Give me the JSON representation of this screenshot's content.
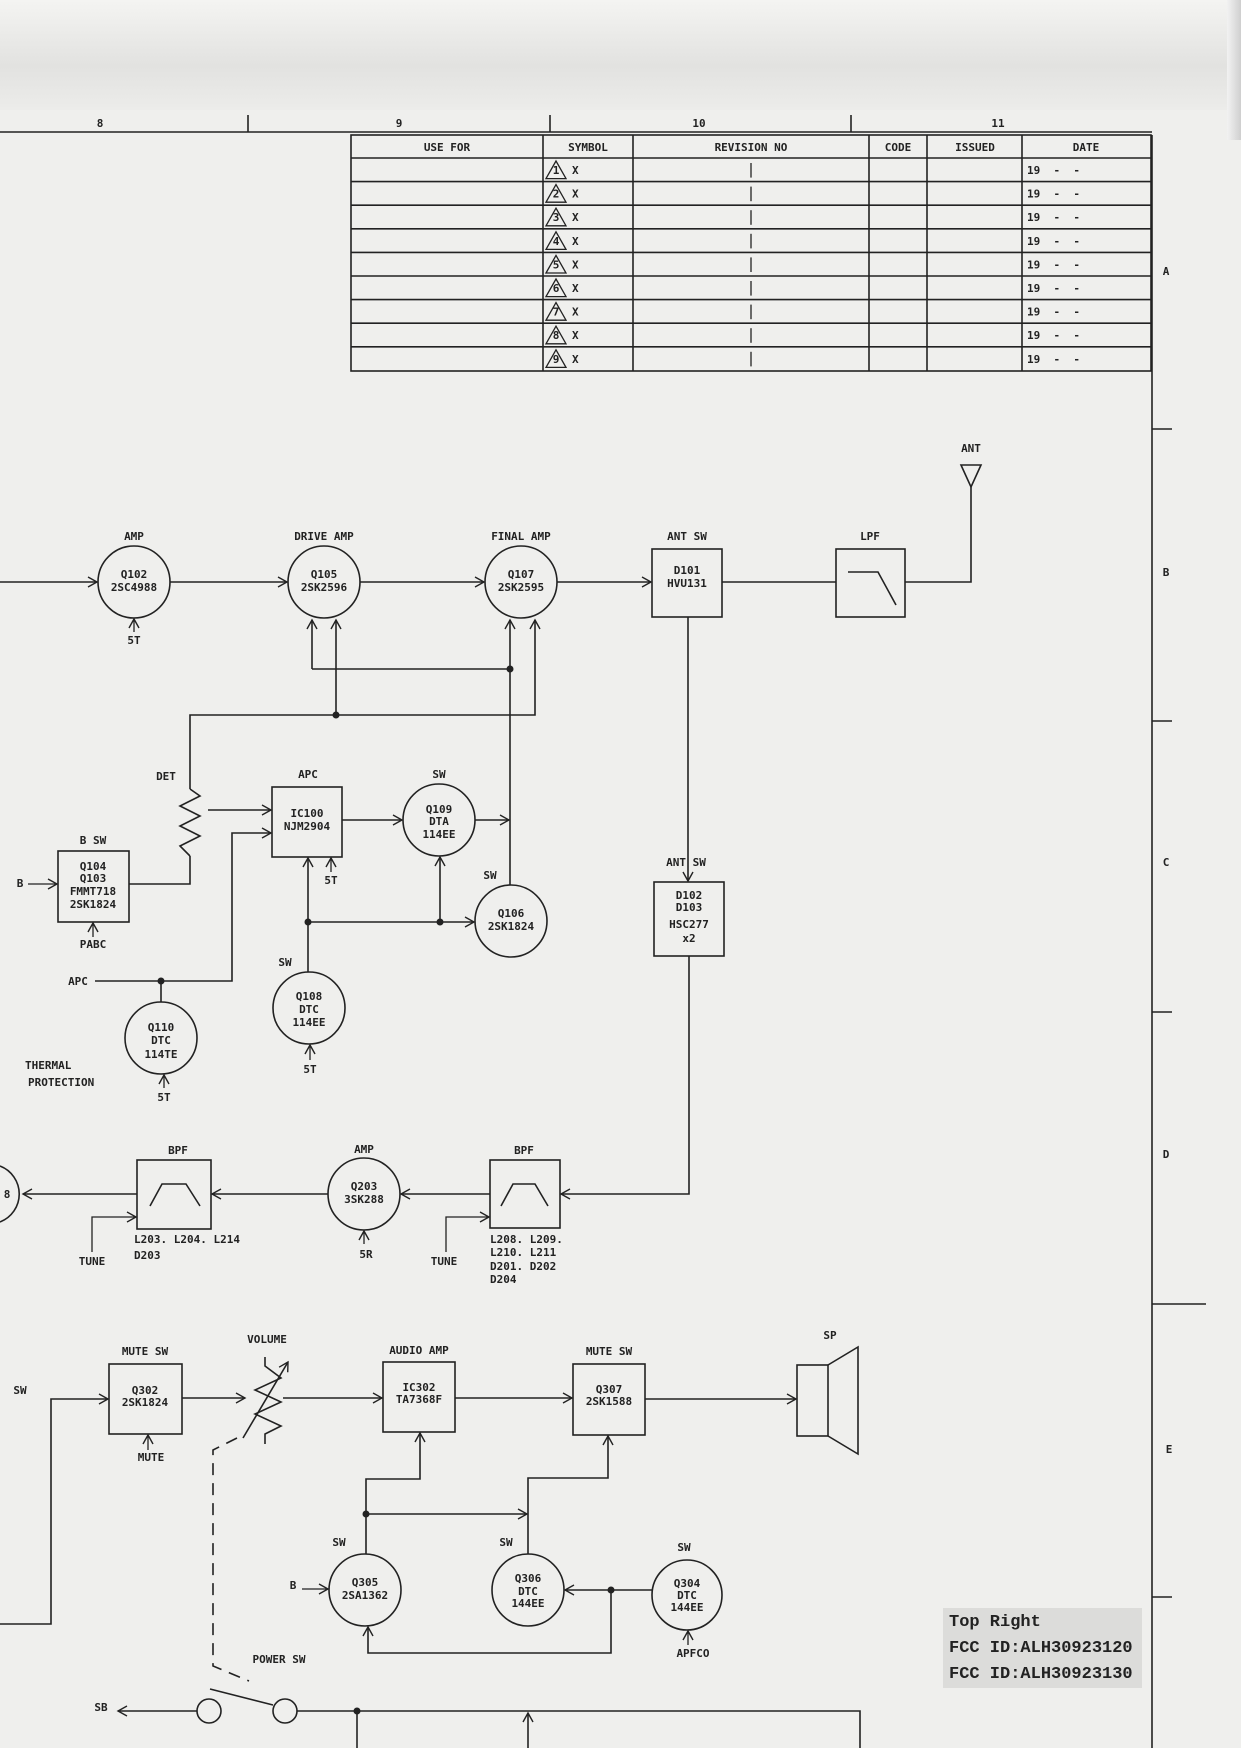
{
  "ruler": {
    "columns": [
      "8",
      "9",
      "10",
      "11"
    ],
    "rows": [
      "A",
      "B",
      "C",
      "D",
      "E"
    ]
  },
  "revision_table": {
    "headers": [
      "USE FOR",
      "SYMBOL",
      "REVISION NO",
      "CODE",
      "ISSUED",
      "DATE"
    ],
    "rows": [
      {
        "symbol": "1",
        "mark": "X",
        "date": "19  -  -"
      },
      {
        "symbol": "2",
        "mark": "X",
        "date": "19  -  -"
      },
      {
        "symbol": "3",
        "mark": "X",
        "date": "19  -  -"
      },
      {
        "symbol": "4",
        "mark": "X",
        "date": "19  -  -"
      },
      {
        "symbol": "5",
        "mark": "X",
        "date": "19  -  -"
      },
      {
        "symbol": "6",
        "mark": "X",
        "date": "19  -  -"
      },
      {
        "symbol": "7",
        "mark": "X",
        "date": "19  -  -"
      },
      {
        "symbol": "8",
        "mark": "X",
        "date": "19  -  -"
      },
      {
        "symbol": "9",
        "mark": "X",
        "date": "19  -  -"
      }
    ]
  },
  "tx": {
    "q102": {
      "title": "AMP",
      "lines": [
        "Q102",
        "2SC4988"
      ],
      "supply": "5T"
    },
    "q105": {
      "title": "DRIVE AMP",
      "lines": [
        "Q105",
        "2SK2596"
      ]
    },
    "q107": {
      "title": "FINAL AMP",
      "lines": [
        "Q107",
        "2SK2595"
      ]
    },
    "d101": {
      "title": "ANT SW",
      "lines": [
        "D101",
        "HVU131"
      ]
    },
    "lpf": {
      "title": "LPF"
    },
    "ant": {
      "title": "ANT"
    },
    "det": {
      "title": "DET"
    },
    "bsw": {
      "title": "B SW",
      "lines": [
        "Q104",
        "Q103",
        "FMMT718",
        "2SK1824"
      ],
      "input": "B",
      "control": "PABC"
    },
    "ic100": {
      "title": "APC",
      "lines": [
        "IC100",
        "NJM2904"
      ],
      "supply": "5T"
    },
    "q109": {
      "title": "SW",
      "lines": [
        "Q109",
        "DTA",
        "114EE"
      ]
    },
    "q106": {
      "title": "SW",
      "lines": [
        "Q106",
        "2SK1824"
      ]
    },
    "q108": {
      "title": "SW",
      "lines": [
        "Q108",
        "DTC",
        "114EE"
      ],
      "supply": "5T"
    },
    "q110": {
      "lines": [
        "Q110",
        "DTC",
        "114TE"
      ],
      "supply": "5T",
      "input": "APC",
      "note": [
        "THERMAL",
        "PROTECTION"
      ]
    },
    "d102": {
      "title": "ANT SW",
      "lines": [
        "D102",
        "D103",
        "HSC277",
        "x2"
      ]
    }
  },
  "rx": {
    "bpf1": {
      "title": "BPF",
      "control": "TUNE",
      "parts": [
        "L203. L204. L214",
        "D203"
      ]
    },
    "q203": {
      "title": "AMP",
      "lines": [
        "Q203",
        "3SK288"
      ],
      "supply": "5R"
    },
    "bpf2": {
      "title": "BPF",
      "control": "TUNE",
      "parts": [
        "L208. L209.",
        "L210. L211",
        "D201. D202",
        "D204"
      ]
    },
    "prev": "8"
  },
  "audio": {
    "sw_in": "SW",
    "q302": {
      "title": "MUTE SW",
      "lines": [
        "Q302",
        "2SK1824"
      ],
      "control": "MUTE"
    },
    "volume": {
      "title": "VOLUME"
    },
    "ic302": {
      "title": "AUDIO AMP",
      "lines": [
        "IC302",
        "TA7368F"
      ]
    },
    "q307": {
      "title": "MUTE SW",
      "lines": [
        "Q307",
        "2SK1588"
      ]
    },
    "sp": {
      "title": "SP"
    },
    "q305": {
      "title": "SW",
      "lines": [
        "Q305",
        "2SA1362"
      ],
      "input": "B"
    },
    "q306": {
      "title": "SW",
      "lines": [
        "Q306",
        "DTC",
        "144EE"
      ]
    },
    "q304": {
      "title": "SW",
      "lines": [
        "Q304",
        "DTC",
        "144EE"
      ],
      "control": "APFCO"
    },
    "power_sw": "POWER SW",
    "sb": "SB"
  },
  "fcc_label": {
    "lines": [
      "Top Right",
      "FCC ID:ALH30923120",
      "FCC ID:ALH30923130"
    ]
  }
}
